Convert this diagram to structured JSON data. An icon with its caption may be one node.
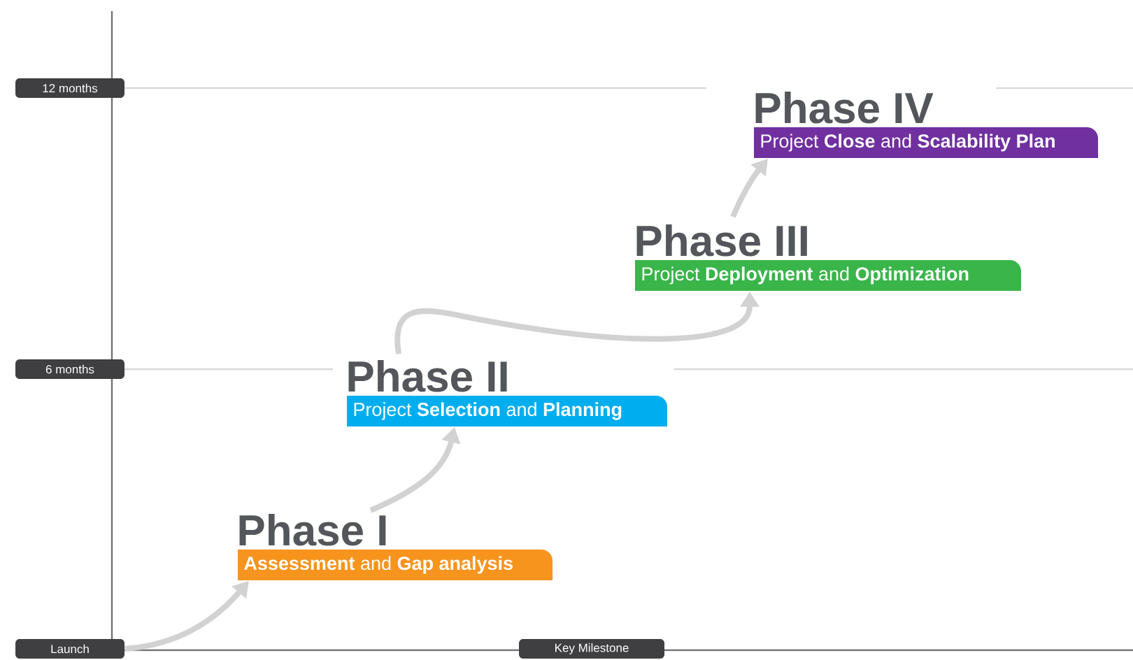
{
  "diagram": {
    "nodes": [
      {
        "text": [
          "12 months"
        ]
      },
      {
        "text": [
          "Phase IV",
          "Project **Close** and **Scalability Plan**"
        ]
      },
      {
        "text": [
          "Phase III",
          "Project **Deployment** and **Optimization**"
        ]
      },
      {
        "text": [
          "6 months"
        ]
      },
      {
        "text": [
          "Phase II",
          "Project **Selection** and **Planning**"
        ]
      },
      {
        "text": [
          "Phase I",
          "**Assessment** and **Gap analysis**"
        ]
      },
      {
        "text": [
          "Launch"
        ]
      },
      {
        "text": [
          "Key Milestone"
        ]
      }
    ],
    "edges": [
      {
        "from": 6,
        "to": 5,
        "arrow": "to"
      },
      {
        "from": 5,
        "to": 4,
        "arrow": "to"
      },
      {
        "from": 4,
        "to": 2,
        "arrow": "to"
      },
      {
        "from": 2,
        "to": 1,
        "arrow": "to"
      }
    ]
  }
}
